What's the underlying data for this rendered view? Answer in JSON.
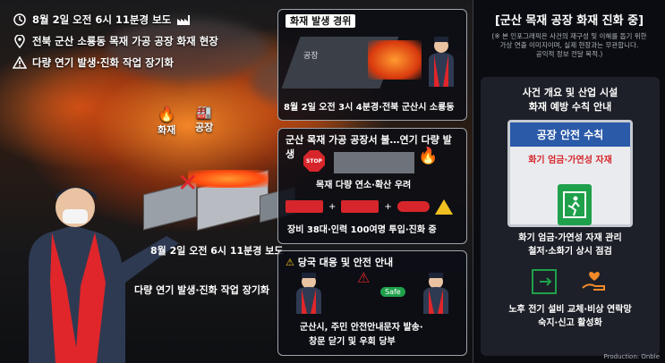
{
  "left": {
    "report_time": "8월 2일 오전 6시 11분경 보도",
    "location": "전북 군산 소룡동 목재 가공 공장 화재 현장",
    "status": "다량 연기 발생·진화 작업 장기화",
    "label_fire": "화재",
    "label_factory": "공장",
    "date_pill": "8월 2일 오전 6시 11분경 보도",
    "caption": "다량 연기 발생·진화 작업 장기화"
  },
  "panel1": {
    "title": "화재 발생 경위",
    "caption": "8월 2일 오전 3시 4분경·전북 군산시 소룡동",
    "building_label": "공장"
  },
  "panel2": {
    "title": "군산 목재 가공 공장서 불…연기 다량 발생",
    "stop_label": "STOP",
    "line1": "목재 다량 연소·확산 우려",
    "line2": "장비 38대·인력 100여명 투입·진화 중"
  },
  "panel3": {
    "title": "당국 대응 및 안전 안내",
    "safe_label": "Safe",
    "line1": "군산시, 주민 안전안내문자 발송·",
    "line2": "창문 닫기 및 우회 당부"
  },
  "right": {
    "title": "[군산 목재 공장 화재 진화 중]",
    "note1": "(※ 본 인포그래픽은 사건의 재구성 및 이해를 돕기 위한",
    "note2": "가상 연출 이미지이며, 실제 현장과는 무관합니다.",
    "note3": "공익적 정보 전달 목적.)",
    "card_title1": "사건 개요 및 산업 시설",
    "card_title2": "화재 예방 수칙 안내",
    "board_title": "공장 안전 수칙",
    "board_red": "화기 엄금·가연성 자재",
    "text1a": "화기 엄금·가연성 자재 관리",
    "text1b": "철저·소화기 상시 점검",
    "text2a": "노후 전기 설비 교체·비상 연락망",
    "text2b": "숙지·신고 활성화",
    "production": "Production: Onble"
  },
  "colors": {
    "accent_red": "#d7262b",
    "board_blue": "#2a5aa8",
    "exit_green": "#1fa04b"
  }
}
